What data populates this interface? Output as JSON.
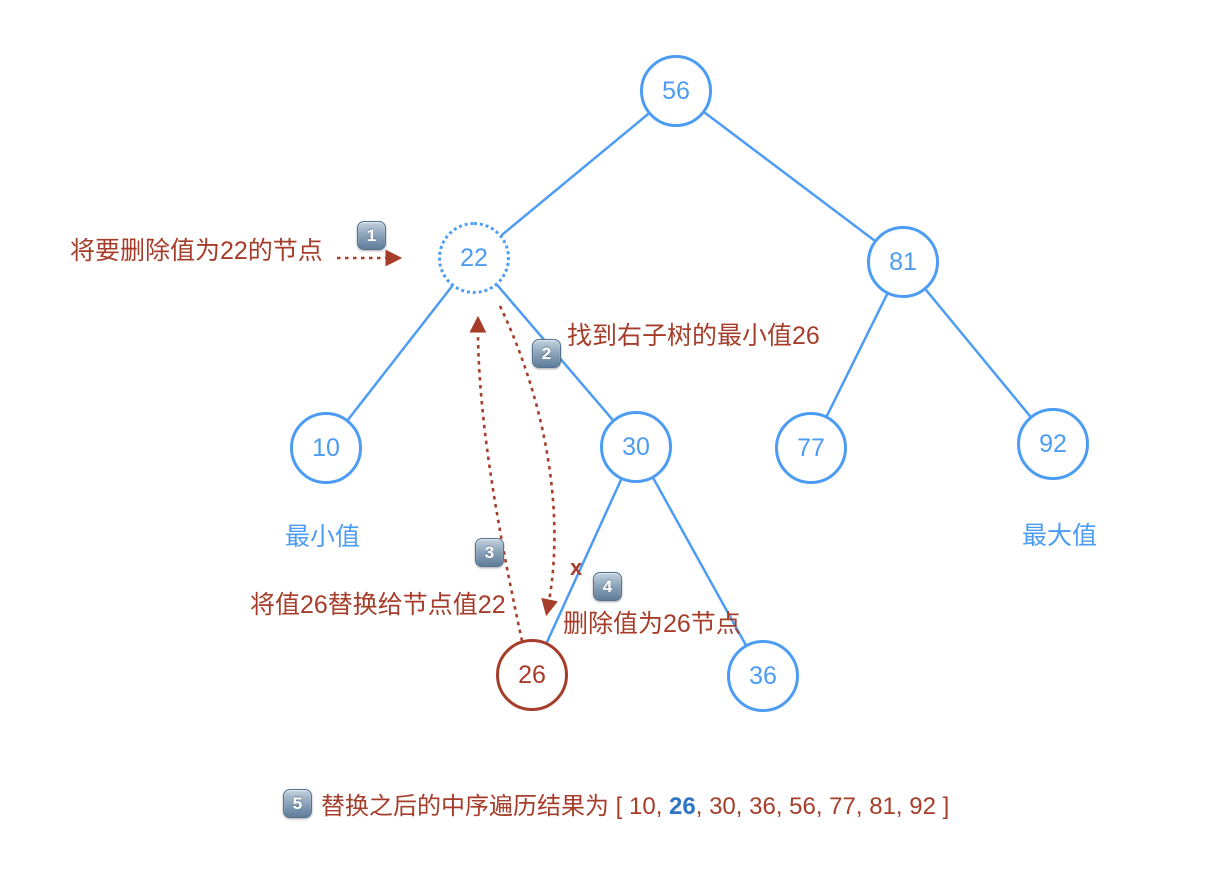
{
  "colors": {
    "node_blue": "#4D9CF3",
    "accent_red": "#A63D2A",
    "highlight_blue": "#2E75C6",
    "badge_slate": "#5f7e9b"
  },
  "tree": {
    "nodes": [
      {
        "value": "56"
      },
      {
        "value": "22"
      },
      {
        "value": "81"
      },
      {
        "value": "10"
      },
      {
        "value": "30"
      },
      {
        "value": "77"
      },
      {
        "value": "92"
      },
      {
        "value": "26"
      },
      {
        "value": "36"
      }
    ]
  },
  "labels": {
    "min_value": "最小值",
    "max_value": "最大值"
  },
  "steps": {
    "step1": {
      "badge": "1",
      "text": "将要删除值为22的节点"
    },
    "step2": {
      "badge": "2",
      "text": "找到右子树的最小值26"
    },
    "step3": {
      "badge": "3",
      "text": "将值26替换给节点值22"
    },
    "step4": {
      "badge": "4",
      "text": "删除值为26节点",
      "delete_mark": "x"
    },
    "step5": {
      "badge": "5",
      "text_prefix": "替换之后的中序遍历结果为 [ 10, ",
      "highlight": "26",
      "text_suffix": ", 30, 36, 56, 77, 81, 92 ]"
    }
  }
}
